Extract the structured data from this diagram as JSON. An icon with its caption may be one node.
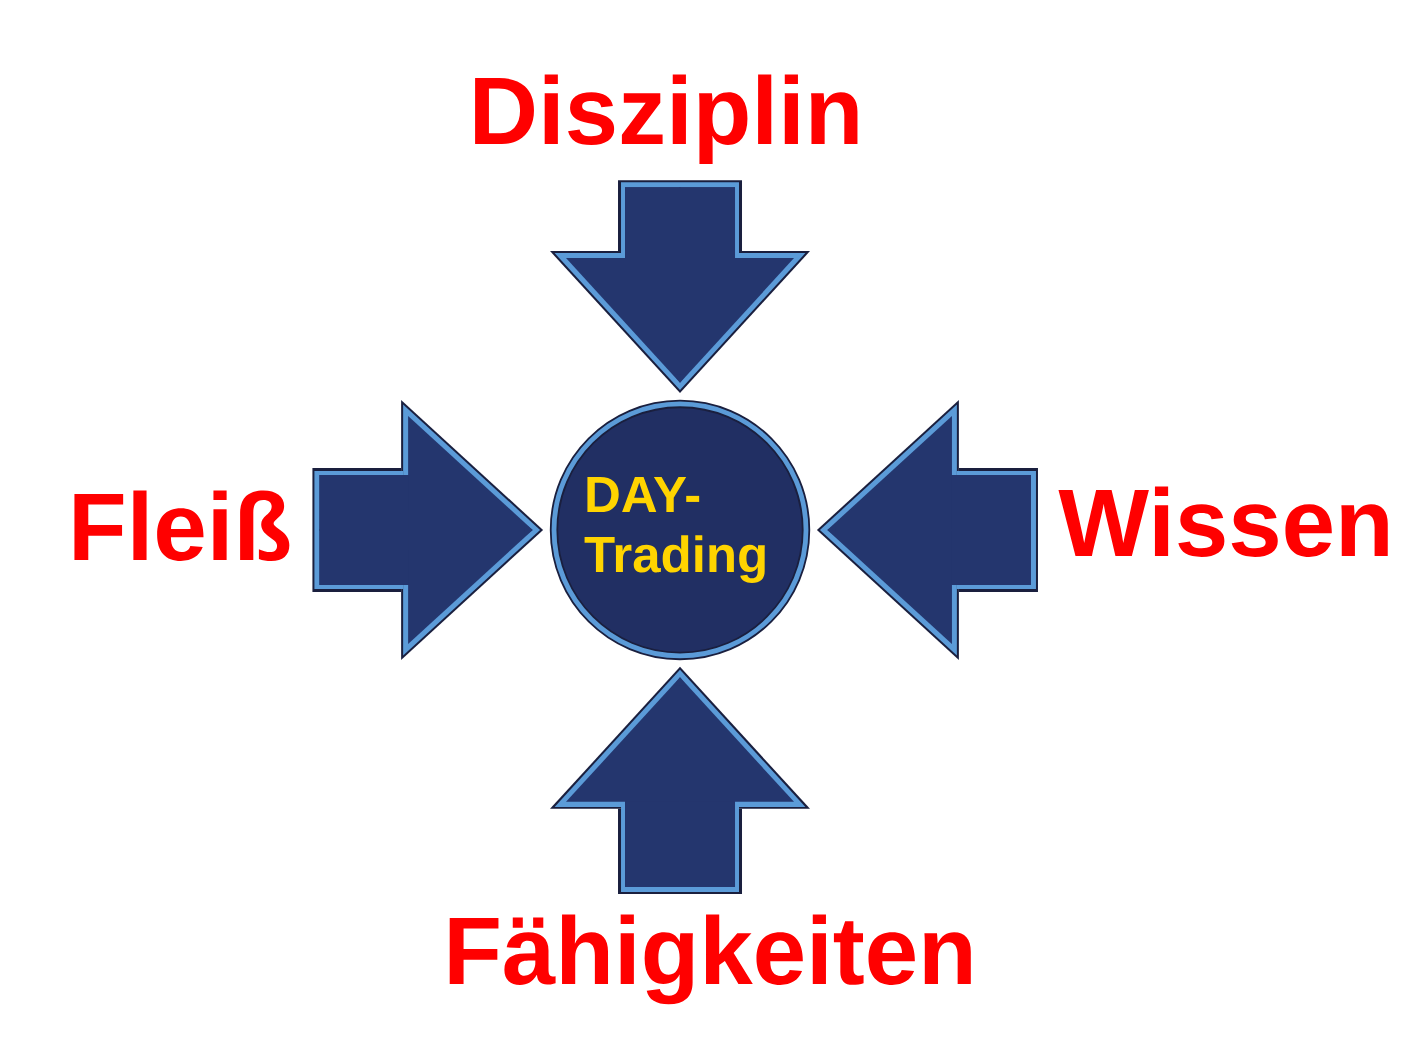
{
  "diagram": {
    "nodes": [
      {
        "text": [
          "DAY- Trading"
        ]
      },
      {
        "text": [
          "Disziplin"
        ]
      },
      {
        "text": [
          "Fleiß"
        ]
      },
      {
        "text": [
          "Wissen"
        ]
      },
      {
        "text": [
          "Fähigkeiten"
        ]
      }
    ],
    "edges": [
      {
        "from": 1,
        "to": 0,
        "arrow": "to"
      },
      {
        "from": 2,
        "to": 0,
        "arrow": "to"
      },
      {
        "from": 3,
        "to": 0,
        "arrow": "to"
      },
      {
        "from": 4,
        "to": 0,
        "arrow": "to"
      }
    ]
  }
}
